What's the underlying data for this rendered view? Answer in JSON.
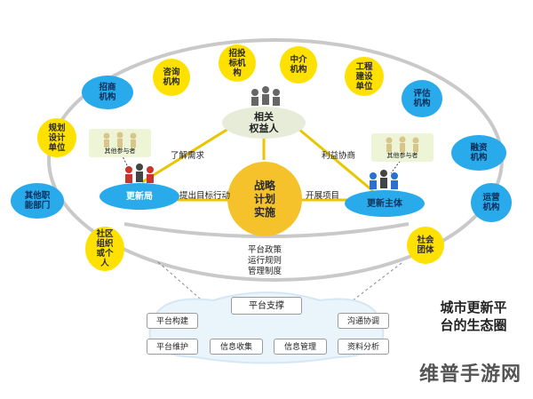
{
  "outer_nodes": [
    {
      "id": "consult",
      "label": "咨询\n机构",
      "color": "yellow"
    },
    {
      "id": "bidding",
      "label": "招投\n标机\n构",
      "color": "yellow"
    },
    {
      "id": "agency",
      "label": "中介\n机构",
      "color": "yellow"
    },
    {
      "id": "construction",
      "label": "工程\n建设\n单位",
      "color": "yellow"
    },
    {
      "id": "planning",
      "label": "规划\n设计\n单位",
      "color": "yellow"
    },
    {
      "id": "community",
      "label": "社区\n组织\n或个\n人",
      "color": "yellow"
    },
    {
      "id": "social",
      "label": "社会\n团体",
      "color": "yellow"
    },
    {
      "id": "investment",
      "label": "招商\n机构",
      "color": "blue"
    },
    {
      "id": "evaluation",
      "label": "评估\n机构",
      "color": "blue"
    },
    {
      "id": "financing",
      "label": "融资\n机构",
      "color": "blue"
    },
    {
      "id": "operation",
      "label": "运营\n机构",
      "color": "blue"
    },
    {
      "id": "other_dept",
      "label": "其他职\n能部门",
      "color": "blue"
    }
  ],
  "stakeholders": "相关\n权益人",
  "renewal_bureau": "更新局",
  "renewal_subject": "更新主体",
  "strategy": "战略\n计划\n实施",
  "participants_label": "其他参与者",
  "edges": {
    "understand_needs": "了解需求",
    "benefit_negotiation": "利益协商",
    "propose_goals": "提出目标行动",
    "launch_projects": "开展项目"
  },
  "policy_text": "平台政策\n运行规则\n管理制度",
  "platform_support": "平台支撑",
  "platform_items": [
    "平台构建",
    "沟通协调",
    "平台维护",
    "信息收集",
    "信息管理",
    "资料分析"
  ],
  "title": "城市更新平\n台的生态圈",
  "watermark": "维普手游网",
  "colors": {
    "yellow": "#ffe100",
    "blue": "#29aaeb",
    "ellipse": "#c9c9c9"
  }
}
